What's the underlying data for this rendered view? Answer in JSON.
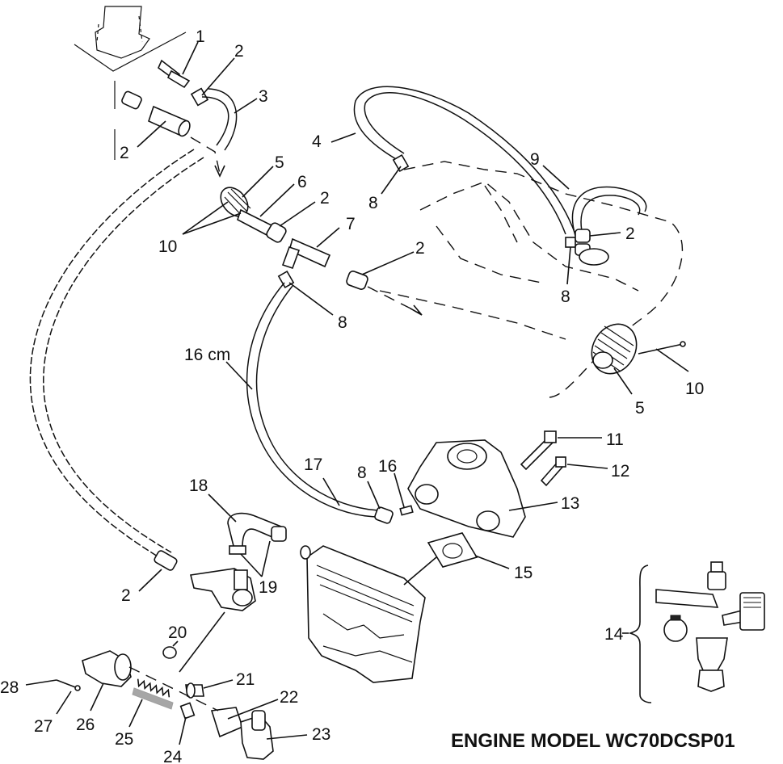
{
  "title": "ENGINE MODEL WC70DCSP01",
  "callouts": {
    "c1": "1",
    "c2a": "2",
    "c2b": "2",
    "c2c": "2",
    "c2d": "2",
    "c2e": "2",
    "c2f": "2",
    "c3": "3",
    "c4": "4",
    "c5a": "5",
    "c5b": "5",
    "c6": "6",
    "c7": "7",
    "c8a": "8",
    "c8b": "8",
    "c8c": "8",
    "c8d": "8",
    "c9": "9",
    "c10a": "10",
    "c10b": "10",
    "c11": "11",
    "c12": "12",
    "c13": "13",
    "c14": "14",
    "c15": "15",
    "c16": "16",
    "c16cm": "16 cm",
    "c17": "17",
    "c18": "18",
    "c19": "19",
    "c20": "20",
    "c21": "21",
    "c22": "22",
    "c23": "23",
    "c24": "24",
    "c25": "25",
    "c26": "26",
    "c27": "27",
    "c28": "28"
  }
}
